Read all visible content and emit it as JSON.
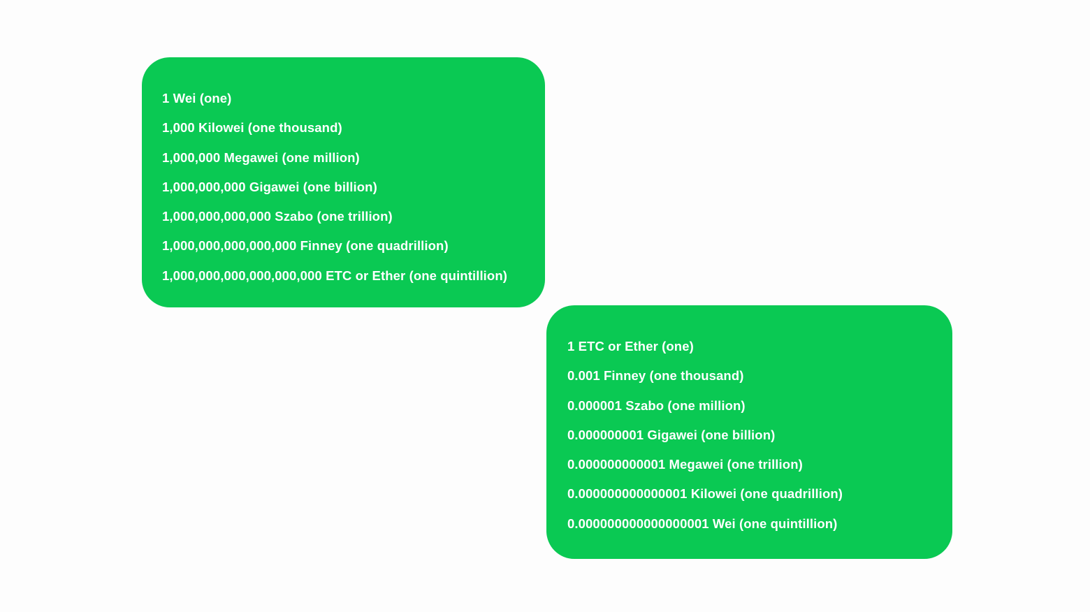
{
  "theme": {
    "page_background": "#fdfdfd",
    "card_background": "#0ac953",
    "text_color": "#ffffff"
  },
  "cards": [
    {
      "name": "wei-to-ether-denominations",
      "lines": [
        "1 Wei (one)",
        "1,000 Kilowei (one thousand)",
        "1,000,000 Megawei (one million)",
        "1,000,000,000 Gigawei (one billion)",
        "1,000,000,000,000 Szabo (one trillion)",
        "1,000,000,000,000,000 Finney (one quadrillion)",
        "1,000,000,000,000,000,000 ETC or Ether (one quintillion)"
      ]
    },
    {
      "name": "ether-to-wei-denominations",
      "lines": [
        "1 ETC or Ether (one)",
        "0.001 Finney (one thousand)",
        "0.000001 Szabo (one million)",
        "0.000000001 Gigawei (one billion)",
        "0.000000000001 Megawei (one trillion)",
        "0.000000000000001 Kilowei (one quadrillion)",
        "0.000000000000000001 Wei (one quintillion)"
      ]
    }
  ]
}
